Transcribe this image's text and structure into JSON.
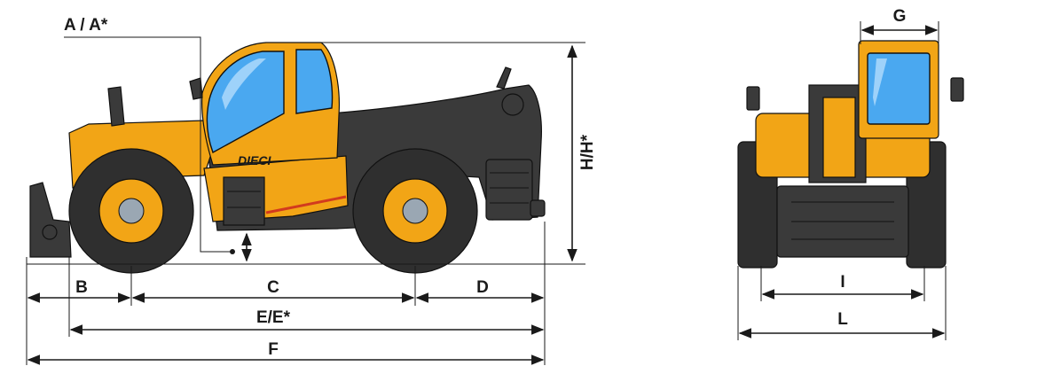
{
  "dimensions": {
    "a": "A / A*",
    "b": "B",
    "c": "C",
    "d": "D",
    "e": "E/E*",
    "f": "F",
    "g": "G",
    "h": "H/H*",
    "i": "I",
    "l": "L"
  },
  "brand": "DIECI",
  "colors": {
    "body_yellow": "#f2a516",
    "body_dark": "#3a3a3a",
    "glass": "#4aa8f0",
    "line": "#1a1a1a"
  }
}
